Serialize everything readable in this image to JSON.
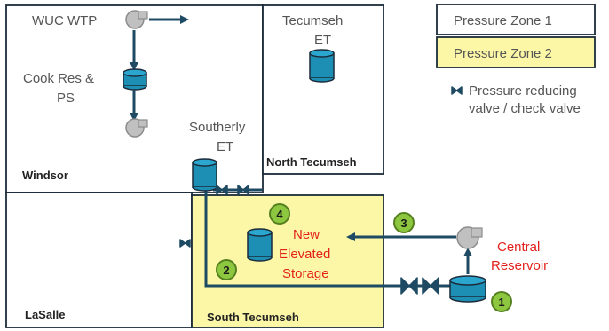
{
  "colors": {
    "zone1": "#ffffff",
    "zone2": "#fbf7a6",
    "pipe": "#1e4a63",
    "tank_fill": "#1d8fb4",
    "pump_fill": "#c0c0c0",
    "badge_fill": "#8dc63f",
    "badge_stroke": "#55801f",
    "new_label": "#e3211c"
  },
  "legend": {
    "zone1": "Pressure Zone 1",
    "zone2": "Pressure Zone 2",
    "valve_line1": "Pressure reducing",
    "valve_line2": "valve / check valve",
    "valve_icon": "bowtie-valve-icon"
  },
  "regions": {
    "windsor": "Windsor",
    "north_tecumseh": "North Tecumseh",
    "lasalle": "LaSalle",
    "south_tecumseh": "South Tecumseh"
  },
  "facilities": {
    "wuc_wtp": "WUC WTP",
    "cook_line1": "Cook Res &",
    "cook_line2": "PS",
    "tecumseh_line1": "Tecumseh",
    "tecumseh_line2": "ET",
    "southerly_line1": "Southerly",
    "southerly_line2": "ET",
    "new_line1": "New",
    "new_line2": "Elevated",
    "new_line3": "Storage",
    "central_line1": "Central",
    "central_line2": "Reservoir"
  },
  "badges": [
    "1",
    "2",
    "3",
    "4"
  ]
}
